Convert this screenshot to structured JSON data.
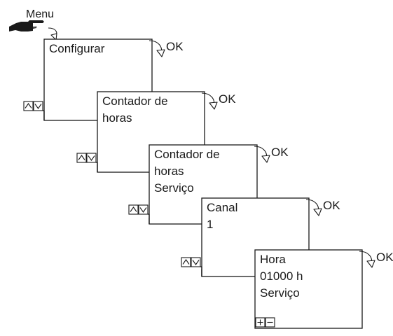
{
  "menu": {
    "label": "Menu",
    "icon": "pointing-hand-icon"
  },
  "ok_label": "OK",
  "screens": [
    {
      "id": "configurar",
      "lines": [
        "Configurar"
      ],
      "keys": "up-down"
    },
    {
      "id": "contador-de-horas",
      "lines": [
        "Contador de",
        "horas"
      ],
      "keys": "up-down"
    },
    {
      "id": "contador-de-horas-servico",
      "lines": [
        "Contador de",
        "horas",
        "Serviço"
      ],
      "keys": "up-down"
    },
    {
      "id": "canal",
      "lines": [
        "Canal",
        "1"
      ],
      "keys": "up-down"
    },
    {
      "id": "hora",
      "lines": [
        "Hora",
        "01000 h",
        "Serviço"
      ],
      "keys": "plus-minus"
    }
  ],
  "colors": {
    "line": "#1a1a1a",
    "background": "#ffffff"
  }
}
